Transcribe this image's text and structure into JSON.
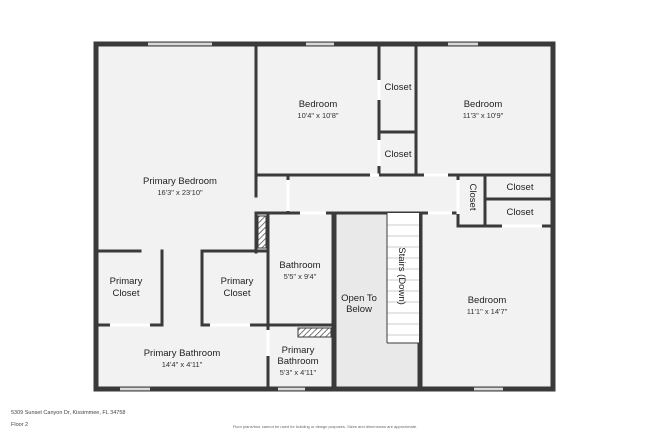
{
  "rooms": {
    "bedroom_top_middle": {
      "name": "Bedroom",
      "dims": "10'4\" x 10'8\""
    },
    "closet_top_1": {
      "name": "Closet"
    },
    "bedroom_top_right": {
      "name": "Bedroom",
      "dims": "11'3\" x 10'9\""
    },
    "closet_top_2": {
      "name": "Closet"
    },
    "primary_bedroom": {
      "name": "Primary Bedroom",
      "dims": "16'3\" x 23'10\""
    },
    "closet_vertical": {
      "name": "Closet"
    },
    "closet_right_1": {
      "name": "Closet"
    },
    "closet_right_2": {
      "name": "Closet"
    },
    "bathroom": {
      "name": "Bathroom",
      "dims": "5'5\" x 9'4\""
    },
    "open_to_below": {
      "name_line1": "Open To",
      "name_line2": "Below"
    },
    "stairs": {
      "name": "Stairs (Down)"
    },
    "bedroom_bottom_right": {
      "name": "Bedroom",
      "dims": "11'1\" x 14'7\""
    },
    "primary_closet_left": {
      "name_line1": "Primary",
      "name_line2": "Closet"
    },
    "primary_closet_right": {
      "name_line1": "Primary",
      "name_line2": "Closet"
    },
    "primary_bathroom": {
      "name": "Primary Bathroom",
      "dims": "14'4\" x 4'11\""
    },
    "primary_bathroom_small": {
      "name_line1": "Primary",
      "name_line2": "Bathroom",
      "dims": "5'3\" x 4'11\""
    }
  },
  "footer": {
    "address": "5309 Sunset Canyon Dr, Kissimmee, FL 34758",
    "floor": "Floor 2",
    "disclaimer": "Floor plans/tour cannot be used for building or design purposes. Sizes and dimensions are approximate."
  },
  "colors": {
    "wall": "#3a3a3a",
    "floor": "#f2f2f2",
    "stair_floor": "#ffffff",
    "open_area": "#e9e9e9",
    "hatch": "#555555"
  }
}
